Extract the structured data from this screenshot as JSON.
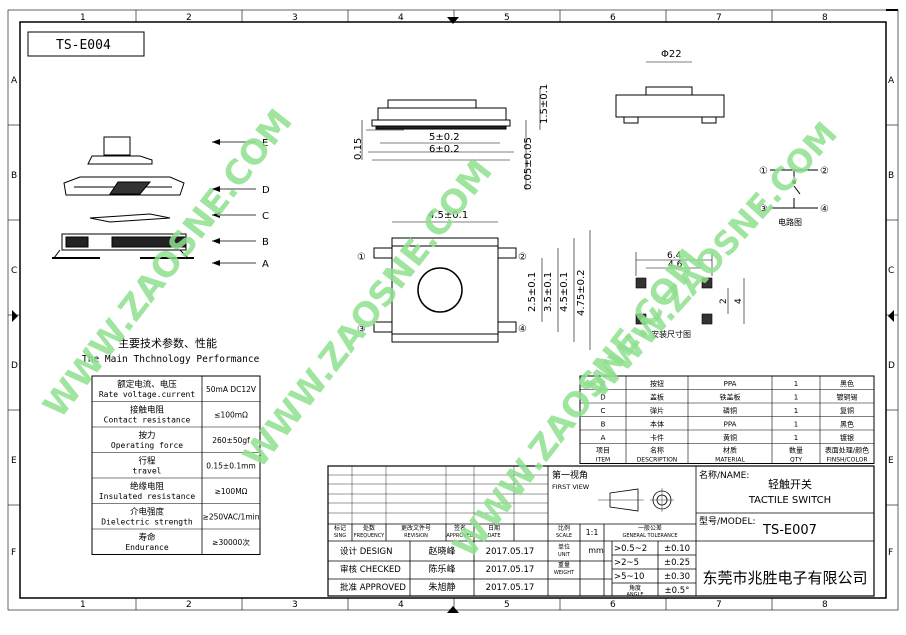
{
  "drawing_no": "TS-E004",
  "grid": {
    "columns": [
      "1",
      "2",
      "3",
      "4",
      "5",
      "6",
      "7",
      "8"
    ],
    "rows": [
      "A",
      "B",
      "C",
      "D",
      "E",
      "F"
    ]
  },
  "watermark": "WWW.ZAOSNE.COM",
  "exploded_labels": [
    "E",
    "D",
    "C",
    "B",
    "A"
  ],
  "dims": {
    "top_d22": "Φ22",
    "side_1_5": "1.5±0.1",
    "side_0_15": "0.15",
    "side_5": "5±0.2",
    "side_6": "6±0.2",
    "side_0_05": "0.05±0.05",
    "plan_4_5_top": "4.5±0.1",
    "plan_2_5": "2.5±0.1",
    "plan_3_5": "3.5±0.1",
    "plan_4_5_right": "4.5±0.1",
    "plan_4_75": "4.75±0.2",
    "pad_6_4": "6.4",
    "pad_4_6": "4.6",
    "pad_2": "2",
    "pad_4": "4"
  },
  "pins": [
    "①",
    "②",
    "③",
    "④"
  ],
  "circuit_caption": "电路图",
  "pad_caption": "安装尺寸图",
  "perf_title_cn": "主要技术参数、性能",
  "perf_title_en": "The Main Thchnology Performance",
  "perf_rows": [
    {
      "cn": "额定电流、电压",
      "en": "Rate voltage.current",
      "value": "50mA DC12V"
    },
    {
      "cn": "接触电阻",
      "en": "Contact resistance",
      "value": "≤100mΩ"
    },
    {
      "cn": "按力",
      "en": "Operating force",
      "value": "260±50gf"
    },
    {
      "cn": "行程",
      "en": "travel",
      "value": "0.15±0.1mm"
    },
    {
      "cn": "绝缘电阻",
      "en": "Insulated resistance",
      "value": "≥100MΩ"
    },
    {
      "cn": "介电强度",
      "en": "Dielectric strength",
      "value": "≥250VAC/1min"
    },
    {
      "cn": "寿命",
      "en": "Endurance",
      "value": "≥30000次"
    }
  ],
  "bom_rows": [
    {
      "item": "E",
      "name": "按钮",
      "material": "PPA",
      "qty": "1",
      "finish": "黑色"
    },
    {
      "item": "D",
      "name": "盖板",
      "material": "铁盖板",
      "qty": "1",
      "finish": "镀铜锡"
    },
    {
      "item": "C",
      "name": "弹片",
      "material": "磷铜",
      "qty": "1",
      "finish": "复铜"
    },
    {
      "item": "B",
      "name": "本体",
      "material": "PPA",
      "qty": "1",
      "finish": "黑色"
    },
    {
      "item": "A",
      "name": "卡件",
      "material": "黄铜",
      "qty": "1",
      "finish": "镀银"
    }
  ],
  "bom_header": {
    "item_cn": "项目",
    "item_en": "ITEM",
    "name_cn": "名称",
    "name_en": "DESCRIPTION",
    "mat_cn": "材质",
    "mat_en": "MATERIAL",
    "qty_cn": "数量",
    "qty_en": "QTY",
    "fin_cn": "表面处理/颜色",
    "fin_en": "FINSH/COLOR"
  },
  "title_block": {
    "first_view_cn": "第一视角",
    "first_view_en": "FIRST VIEW",
    "name_label": "名称/NAME:",
    "name_cn": "轻触开关",
    "name_en": "TACTILE SWITCH",
    "model_label": "型号/MODEL:",
    "model": "TS-E007",
    "company": "东莞市兆胜电子有限公司",
    "hdr_mark_cn": "标记",
    "hdr_mark_en": "SING",
    "hdr_qty_cn": "处数",
    "hdr_qty_en": "FREQUENCY",
    "hdr_doc_cn": "更改文件号",
    "hdr_doc_en": "REVISION",
    "hdr_sign_cn": "签名",
    "hdr_sign_en": "APPROVED",
    "hdr_date_cn": "日期",
    "hdr_date_en": "DATE",
    "hdr_scale_cn": "比例",
    "hdr_scale_en": "SCALE",
    "scale": "1:1",
    "unit_cn": "单位",
    "unit_en": "UNIT",
    "unit": "mm",
    "weight_cn": "重量",
    "weight_en": "WEIGHT",
    "tol_cn": "一般公差",
    "tol_en": "GENERAL TOLERANCE",
    "tol_rows": [
      {
        "range": ">0.5~2",
        "tol": "±0.10"
      },
      {
        "range": ">2~5",
        "tol": "±0.25"
      },
      {
        "range": ">5~10",
        "tol": "±0.30"
      }
    ],
    "angle_cn": "角度",
    "angle_en": "ANGLE",
    "angle_tol": "±0.5°",
    "rows": [
      {
        "role": "设计 DESIGN",
        "name": "赵晓峰",
        "date": "2017.05.17"
      },
      {
        "role": "审核 CHECKED",
        "name": "陈乐峰",
        "date": "2017.05.17"
      },
      {
        "role": "批准 APPROVED",
        "name": "朱旭静",
        "date": "2017.05.17"
      }
    ]
  }
}
